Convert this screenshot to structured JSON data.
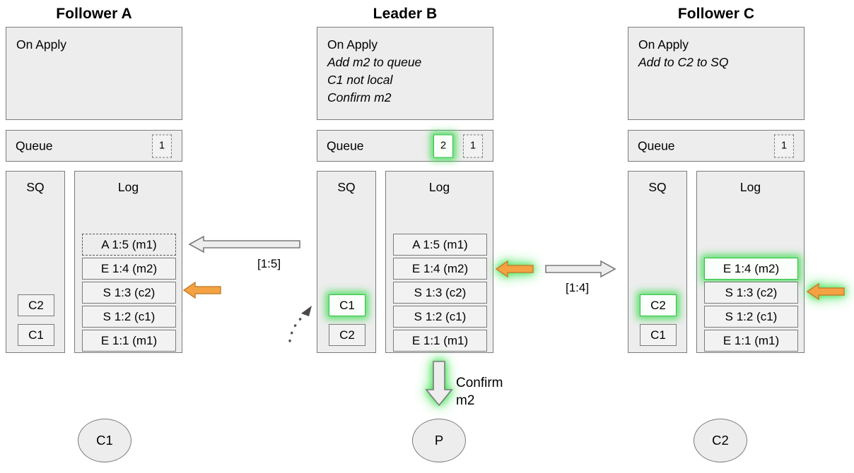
{
  "columns": [
    {
      "id": "follower-a",
      "title": "Follower A",
      "on_apply": {
        "header": "On Apply",
        "lines": []
      },
      "queue": {
        "label": "Queue",
        "boxes": [
          {
            "value": "1",
            "highlight": false
          }
        ]
      },
      "sq": {
        "header": "SQ",
        "items": [
          {
            "value": "C2",
            "highlight": false
          },
          {
            "value": "C1",
            "highlight": false
          }
        ]
      },
      "log": {
        "header": "Log",
        "entries": [
          {
            "value": "A 1:5 (m1)",
            "style": "dashed",
            "highlight": false
          },
          {
            "value": "E 1:4 (m2)",
            "style": "solid",
            "highlight": false
          },
          {
            "value": "S 1:3 (c2)",
            "style": "solid",
            "highlight": false
          },
          {
            "value": "S 1:2 (c1)",
            "style": "solid",
            "highlight": false
          },
          {
            "value": "E 1:1 (m1)",
            "style": "solid",
            "highlight": false
          }
        ]
      },
      "node": "C1"
    },
    {
      "id": "leader-b",
      "title": "Leader B",
      "on_apply": {
        "header": "On Apply",
        "lines": [
          "Add m2 to queue",
          "C1 not local",
          "Confirm m2"
        ]
      },
      "queue": {
        "label": "Queue",
        "boxes": [
          {
            "value": "2",
            "highlight": true
          },
          {
            "value": "1",
            "highlight": false
          }
        ]
      },
      "sq": {
        "header": "SQ",
        "items": [
          {
            "value": "C1",
            "highlight": true
          },
          {
            "value": "C2",
            "highlight": false
          }
        ]
      },
      "log": {
        "header": "Log",
        "entries": [
          {
            "value": "A 1:5 (m1)",
            "style": "solid",
            "highlight": false
          },
          {
            "value": "E 1:4 (m2)",
            "style": "solid",
            "highlight": false
          },
          {
            "value": "S 1:3 (c2)",
            "style": "solid",
            "highlight": false
          },
          {
            "value": "S 1:2 (c1)",
            "style": "solid",
            "highlight": false
          },
          {
            "value": "E 1:1 (m1)",
            "style": "solid",
            "highlight": false
          }
        ]
      },
      "node": "P"
    },
    {
      "id": "follower-c",
      "title": "Follower C",
      "on_apply": {
        "header": "On Apply",
        "lines": [
          "Add to C2 to SQ"
        ]
      },
      "queue": {
        "label": "Queue",
        "boxes": [
          {
            "value": "1",
            "highlight": false
          }
        ]
      },
      "sq": {
        "header": "SQ",
        "items": [
          {
            "value": "C2",
            "highlight": true
          },
          {
            "value": "C1",
            "highlight": false
          }
        ]
      },
      "log": {
        "header": "Log",
        "entries": [
          {
            "value": "E 1:4 (m2)",
            "style": "solid",
            "highlight": true
          },
          {
            "value": "S 1:3 (c2)",
            "style": "solid",
            "highlight": false
          },
          {
            "value": "S 1:2 (c1)",
            "style": "solid",
            "highlight": false
          },
          {
            "value": "E 1:1 (m1)",
            "style": "solid",
            "highlight": false
          }
        ]
      },
      "node": "C2"
    }
  ],
  "arrows": {
    "ab_replicate_label": "[1:5]",
    "bc_replicate_label": "[1:4]",
    "confirm_line1": "Confirm",
    "confirm_line2": "m2"
  },
  "colors": {
    "panel_fill": "#ededed",
    "panel_border": "#7b7b7b",
    "cell_fill": "#f2f2f2",
    "orange_arrow": "#f5a243",
    "orange_arrow_border": "#c6812f",
    "highlight_green": "#31bf44",
    "white_arrow_fill": "#ededed",
    "white_arrow_border": "#7b7b7b",
    "text": "#000000"
  }
}
